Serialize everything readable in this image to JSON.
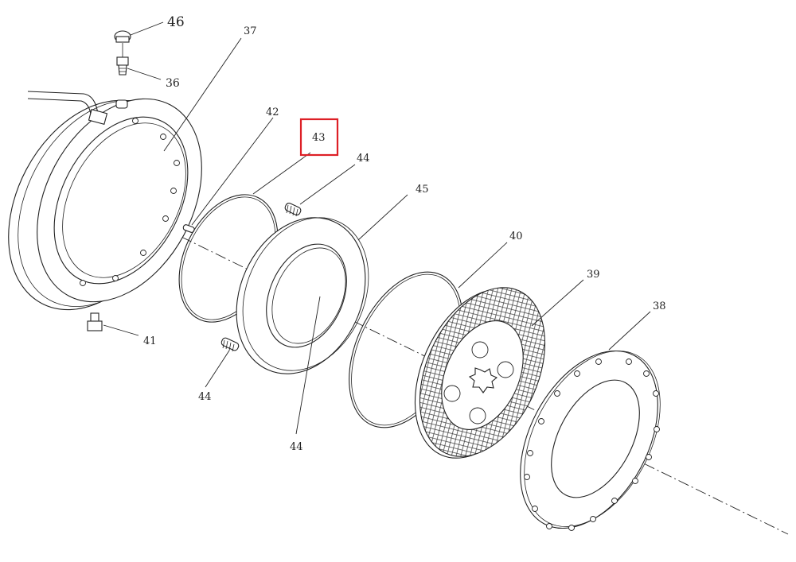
{
  "diagram": {
    "highlight_color": "#dd1f26",
    "highlighted_callout": "43",
    "callouts": {
      "c36": "36",
      "c37": "37",
      "c38": "38",
      "c39": "39",
      "c40": "40",
      "c41": "41",
      "c42": "42",
      "c43": "43",
      "c44a": "44",
      "c44b": "44",
      "c44c": "44",
      "c45": "45",
      "c46": "46"
    }
  }
}
